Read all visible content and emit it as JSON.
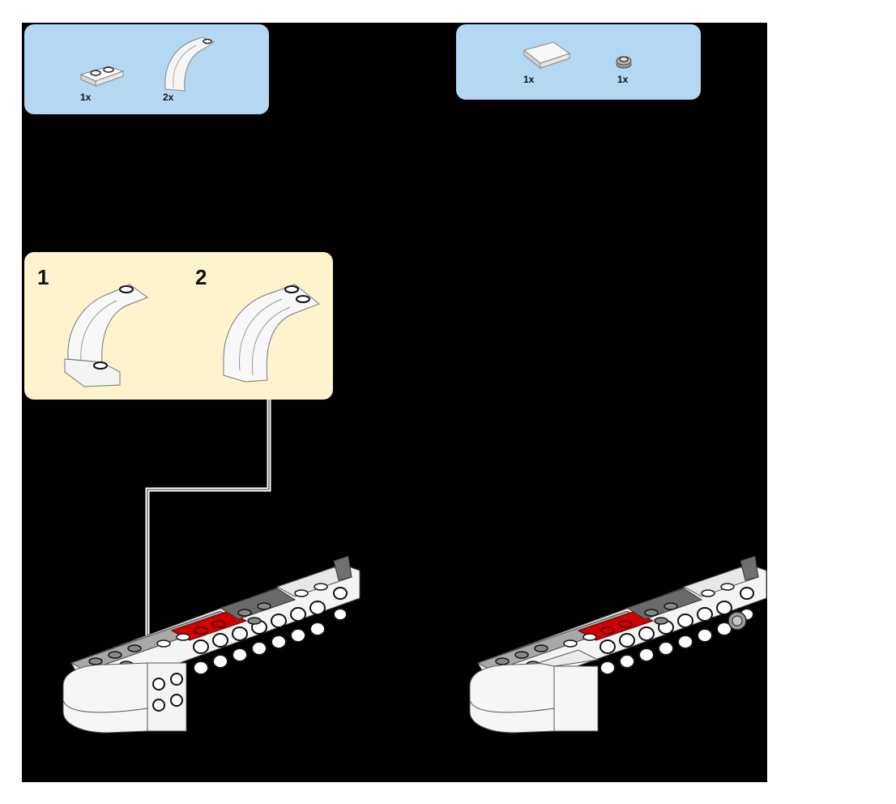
{
  "document": {
    "type": "building-instructions",
    "background_color": "#000000",
    "panels": [
      {
        "id": "left-step",
        "parts_list": [
          {
            "part": "white-plate-1x2",
            "quantity_label": "1x"
          },
          {
            "part": "white-curved-arch-slope",
            "quantity_label": "2x"
          }
        ],
        "sub_assembly": {
          "steps": [
            {
              "number": "1",
              "part": "white-curved-arch-single"
            },
            {
              "number": "2",
              "part": "white-curved-arch-double"
            }
          ]
        },
        "model": "white-red-gray-chassis-with-arrow"
      },
      {
        "id": "right-step",
        "parts_list": [
          {
            "part": "white-tile-2x2",
            "quantity_label": "1x"
          },
          {
            "part": "gray-round-plate-1x1",
            "quantity_label": "1x"
          }
        ],
        "model": "white-red-gray-chassis-completed"
      }
    ],
    "colors": {
      "parts_box": "#b4d8f2",
      "callout_box": "#fdf3cc",
      "brick_white": "#f4f4f4",
      "brick_red": "#d40000",
      "brick_gray": "#6a6a6a",
      "brick_light_gray": "#a8a8a8"
    }
  }
}
